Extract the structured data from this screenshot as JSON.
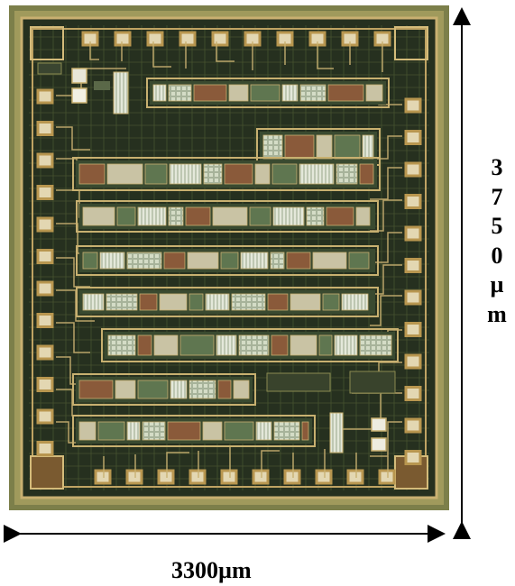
{
  "figure": {
    "image": "micrograph of an integrated circuit die with bond pads around the perimeter and rows of circuit blocks",
    "height_label": "3750µm",
    "width_label": "3300µm",
    "colors": {
      "die_border": "#8c8a52",
      "die_dark": "#1c2418",
      "metal": "#c8b070",
      "pad": "#d9c9a0",
      "arrow": "#000000"
    }
  }
}
